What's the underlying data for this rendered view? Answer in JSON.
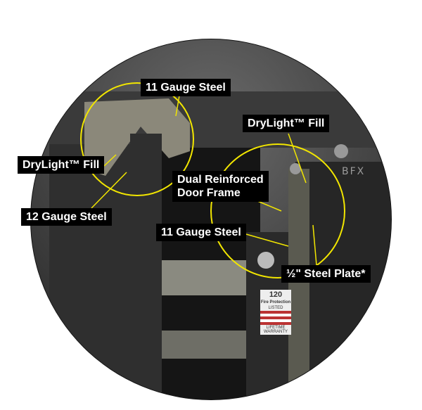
{
  "callouts": {
    "top_steel": "11 Gauge Steel",
    "left_fill": "DryLight™ Fill",
    "left_steel": "12 Gauge Steel",
    "right_fill": "DryLight™ Fill",
    "door_frame_line1": "Dual Reinforced",
    "door_frame_line2": "Door Frame",
    "door_steel": "11 Gauge Steel",
    "steel_plate": "½\" Steel Plate*"
  },
  "door_brand": "BFX",
  "sticker": {
    "rating": "120",
    "fire": "Fire Protection",
    "listed": "LISTED",
    "lifetime": "LIFETIME WARRANTY"
  },
  "colors": {
    "highlight": "#f2e600",
    "label_bg": "#000000",
    "safe_body": "#2e2e2e"
  }
}
